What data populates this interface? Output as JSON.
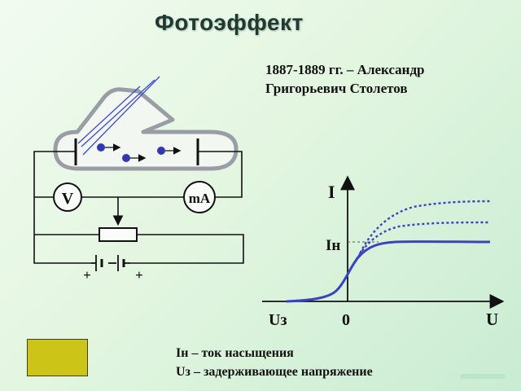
{
  "slide": {
    "title": "Фотоэффект",
    "subtitle_line1": "1887-1889 гг. – Александр",
    "subtitle_line2": "Григорьевич Столетов"
  },
  "circuit": {
    "voltmeter_label": "V",
    "milliammeter_label": "mA",
    "battery_minus": "+",
    "battery_plus": "+"
  },
  "graph": {
    "y_axis_label": "I",
    "saturation_label": "Iн",
    "stopping_voltage_label": "Uз",
    "origin_label": "0",
    "x_axis_label": "U"
  },
  "legend": {
    "line1": "Iн – ток насыщения",
    "line2": "Uз – задерживающее напряжение"
  },
  "colors": {
    "curve": "#3a42c4",
    "beam": "#3f46d6",
    "electron": "#3237b6",
    "wire": "#111111",
    "swatch": "#ccc518"
  }
}
